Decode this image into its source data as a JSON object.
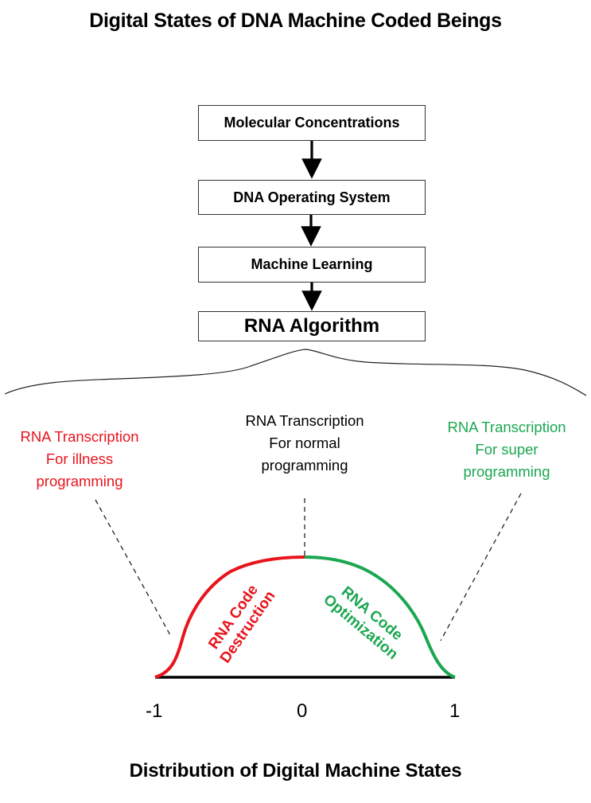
{
  "title": "Digital States of DNA Machine Coded Beings",
  "flow": {
    "boxes": [
      {
        "label": "Molecular Concentrations"
      },
      {
        "label": "DNA Operating System"
      },
      {
        "label": "Machine Learning"
      },
      {
        "label": "RNA Algorithm"
      }
    ]
  },
  "transcriptions": {
    "illness": {
      "line1": "RNA Transcription",
      "line2": "For illness",
      "line3": "programming",
      "color": "#e8141c"
    },
    "normal": {
      "line1": "RNA Transcription",
      "line2": "For normal",
      "line3": "programming",
      "color": "#000000"
    },
    "super": {
      "line1": "RNA Transcription",
      "line2": "For super",
      "line3": "programming",
      "color": "#1aa750"
    }
  },
  "curve": {
    "left_region": {
      "line1": "RNA Code",
      "line2": "Destruction",
      "color": "#e8141c"
    },
    "right_region": {
      "line1": "RNA Code",
      "line2": "Optimization",
      "color": "#1aa750"
    },
    "axis_ticks": [
      "-1",
      "0",
      "1"
    ]
  },
  "bottom_title": "Distribution of Digital Machine States"
}
